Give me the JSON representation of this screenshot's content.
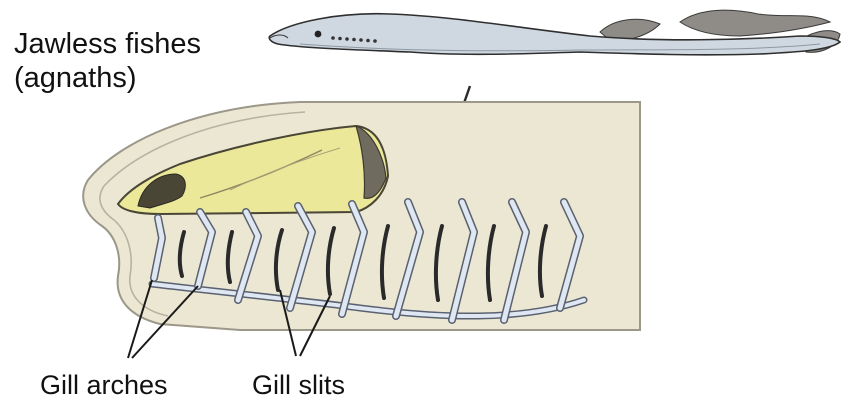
{
  "title": {
    "line1": "Jawless fishes",
    "line2": "(agnaths)"
  },
  "labels": {
    "gill_arches": "Gill arches",
    "gill_slits": "Gill slits"
  },
  "colors": {
    "head_fill": "#ece7d3",
    "cartilage_yellow": "#ece89a",
    "arch_blue": "#dfe7f2",
    "slit_dark": "#2a2a2a",
    "lamprey_body": "#cfd8e1",
    "fin_gray": "#8f8c87"
  }
}
